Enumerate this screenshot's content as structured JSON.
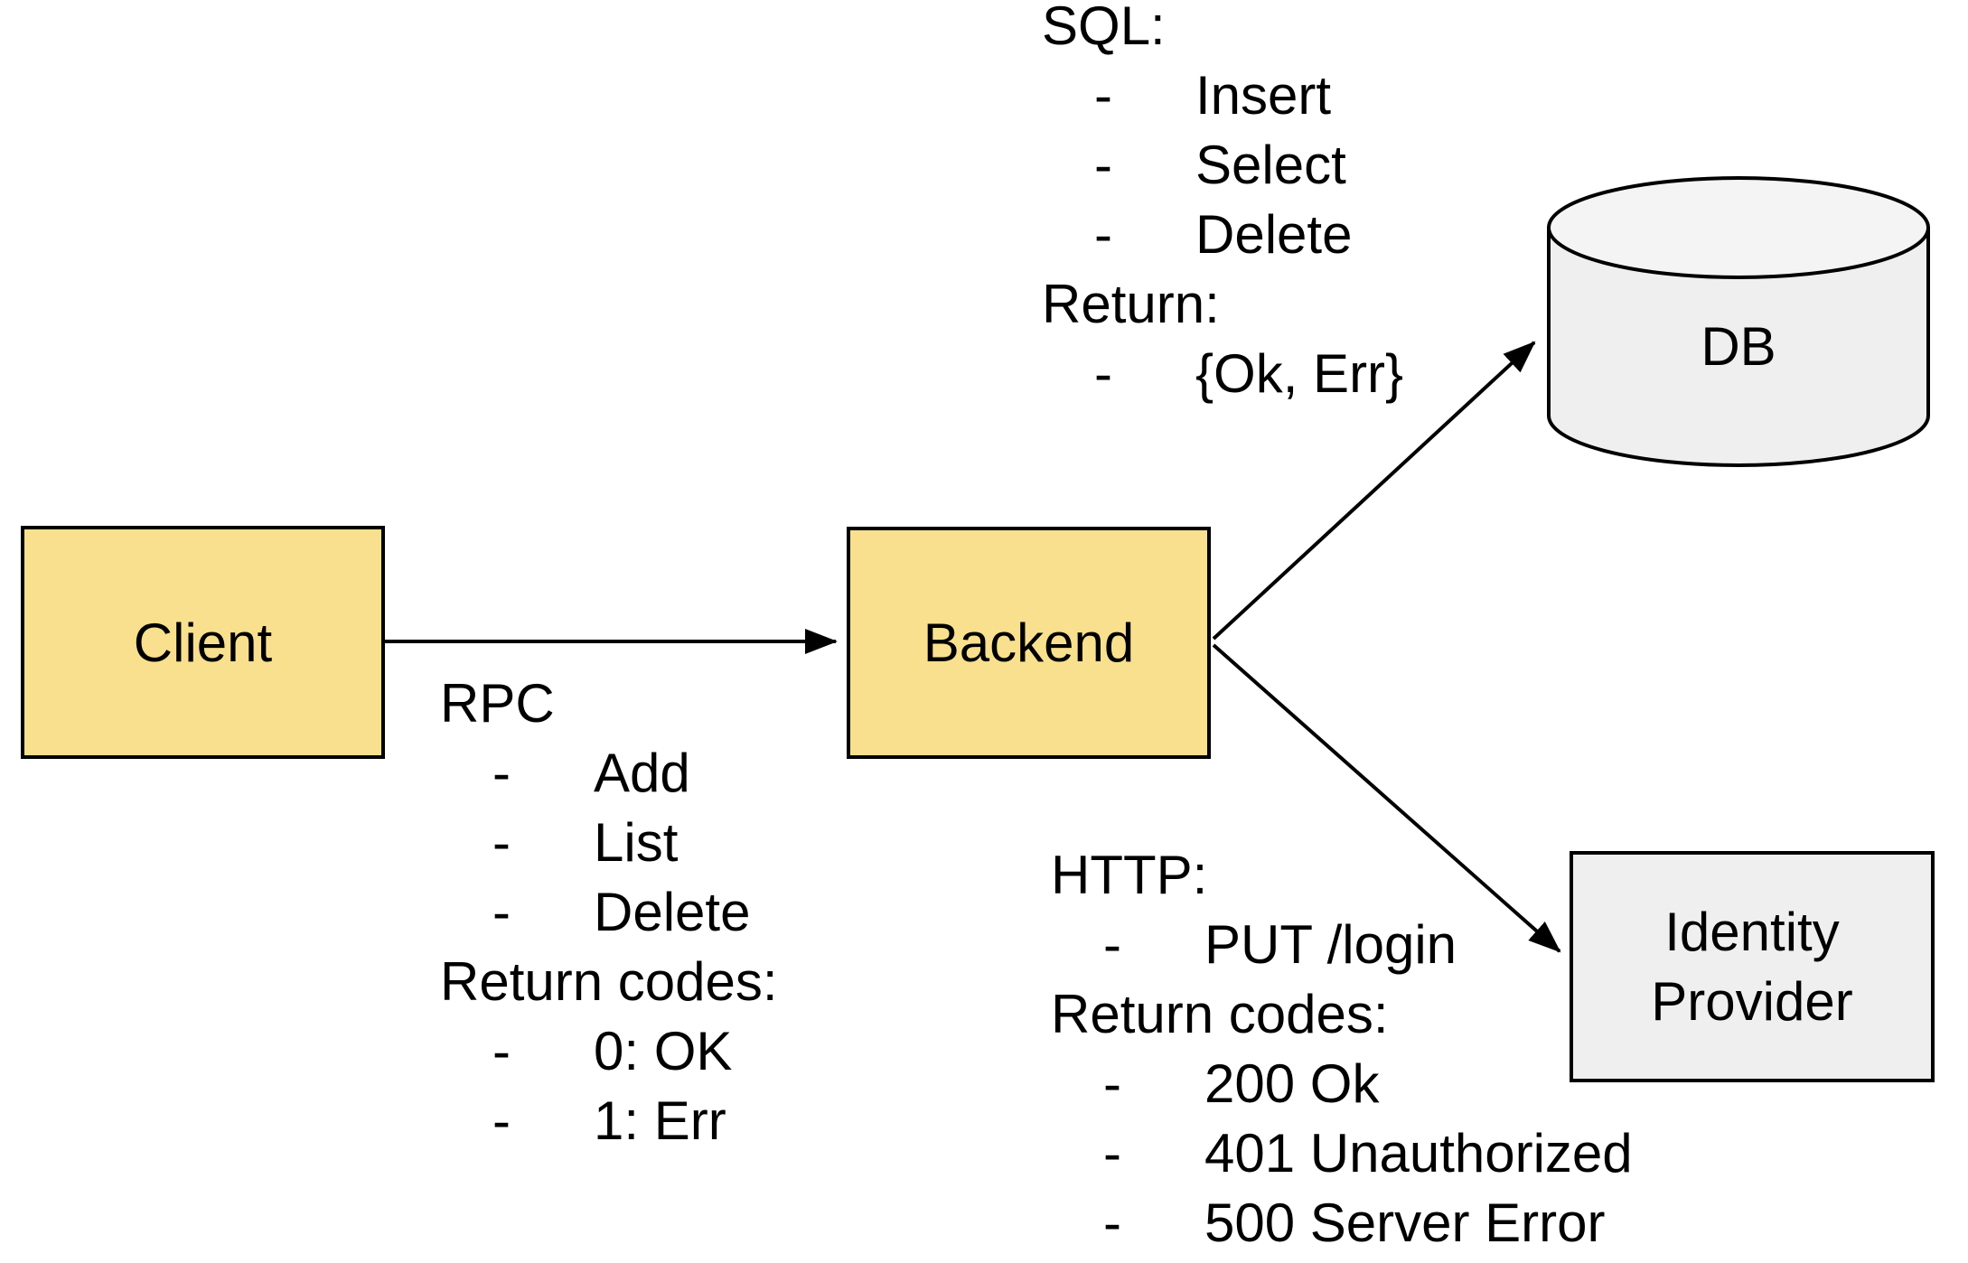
{
  "diagram": {
    "bullet_char": "-",
    "nodes": {
      "client": {
        "label": "Client",
        "shape": "rectangle",
        "fill": "#F8E08E"
      },
      "backend": {
        "label": "Backend",
        "shape": "rectangle",
        "fill": "#F8E08E"
      },
      "db": {
        "label": "DB",
        "shape": "cylinder",
        "fill": "#EFEFEF"
      },
      "identity_provider": {
        "label": "Identity Provider",
        "shape": "rectangle",
        "fill": "#EFEFEF"
      }
    },
    "edges": [
      {
        "from": "client",
        "to": "backend",
        "style": "arrow"
      },
      {
        "from": "backend",
        "to": "db",
        "style": "arrow"
      },
      {
        "from": "backend",
        "to": "identity_provider",
        "style": "arrow"
      }
    ],
    "annotations": {
      "rpc": {
        "header": "RPC",
        "items": [
          "Add",
          "List",
          "Delete"
        ],
        "return_header": "Return codes:",
        "return_items": [
          "0: OK",
          "1: Err"
        ]
      },
      "sql": {
        "header": "SQL:",
        "items": [
          "Insert",
          "Select",
          "Delete"
        ],
        "return_header": "Return:",
        "return_items": [
          "{Ok, Err}"
        ]
      },
      "http": {
        "header": "HTTP:",
        "items": [
          "PUT /login"
        ],
        "return_header": "Return codes:",
        "return_items": [
          "200 Ok",
          "401 Unauthorized",
          "500 Server Error"
        ]
      }
    },
    "colors": {
      "node_fill_yellow": "#F8E08E",
      "node_fill_gray": "#EFEFEF",
      "stroke": "#000000",
      "background": "#FFFFFF",
      "text": "#000000"
    }
  }
}
